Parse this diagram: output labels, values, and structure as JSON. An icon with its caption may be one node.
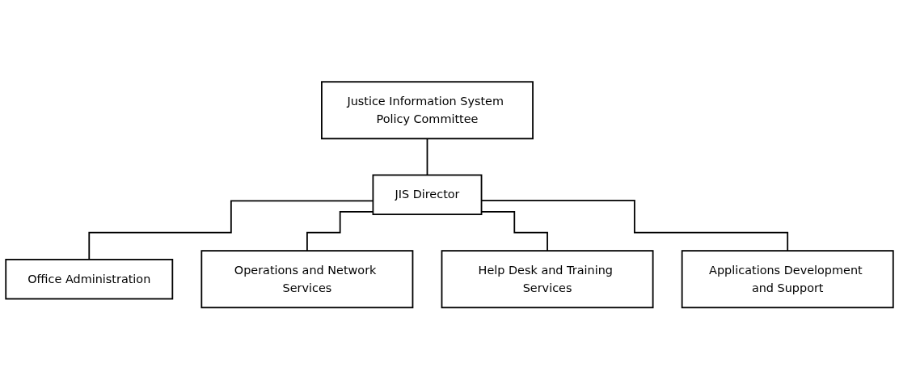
{
  "diagram": {
    "nodes": [
      {
        "text": [
          "Justice Information System Policy Committee"
        ]
      },
      {
        "text": [
          "JIS Director"
        ]
      },
      {
        "text": [
          "Office Administration"
        ]
      },
      {
        "text": [
          "Operations and Network Services"
        ]
      },
      {
        "text": [
          "Help Desk and Training Services"
        ]
      },
      {
        "text": [
          "Applications Development and Support"
        ]
      }
    ],
    "edges": [
      {
        "from": 0,
        "to": 1,
        "arrow": "none"
      },
      {
        "from": 1,
        "to": 2,
        "arrow": "none"
      },
      {
        "from": 1,
        "to": 3,
        "arrow": "none"
      },
      {
        "from": 1,
        "to": 4,
        "arrow": "none"
      },
      {
        "from": 1,
        "to": 5,
        "arrow": "none"
      }
    ]
  }
}
